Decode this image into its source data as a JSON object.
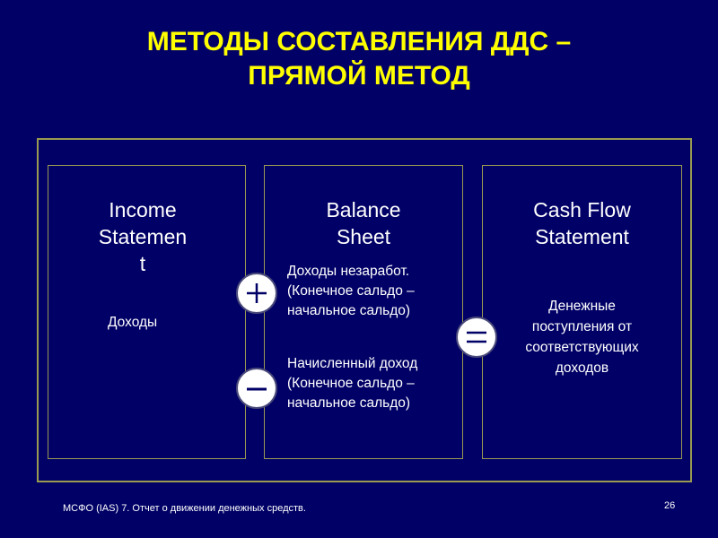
{
  "title": {
    "line1": "МЕТОДЫ СОСТАВЛЕНИЯ ДДС –",
    "line2": "ПРЯМОЙ МЕТОД"
  },
  "panels": {
    "income": {
      "heading": [
        "Income",
        "Statemen",
        "t"
      ],
      "text": "Доходы"
    },
    "balance": {
      "heading": [
        "Balance",
        "Sheet"
      ],
      "item1": [
        "Доходы незаработ.",
        "(Конечное сальдо –",
        "начальное сальдо)"
      ],
      "item2": [
        "Начисленный доход",
        "(Конечное сальдо –",
        "начальное сальдо)"
      ]
    },
    "cashflow": {
      "heading": [
        "Cash Flow",
        "Statement"
      ],
      "text": [
        "Денежные",
        "поступления от",
        "соответствующих",
        "доходов"
      ]
    }
  },
  "operators": {
    "plus": "plus-icon",
    "minus": "minus-icon",
    "equals": "equals-icon"
  },
  "footer": {
    "text": "МСФО (IAS) 7. Отчет о движении денежных средств.",
    "page_number": "26"
  },
  "colors": {
    "background": "#000066",
    "title": "#ffff00",
    "frame": "#9a9a50",
    "text": "#ffffff"
  }
}
